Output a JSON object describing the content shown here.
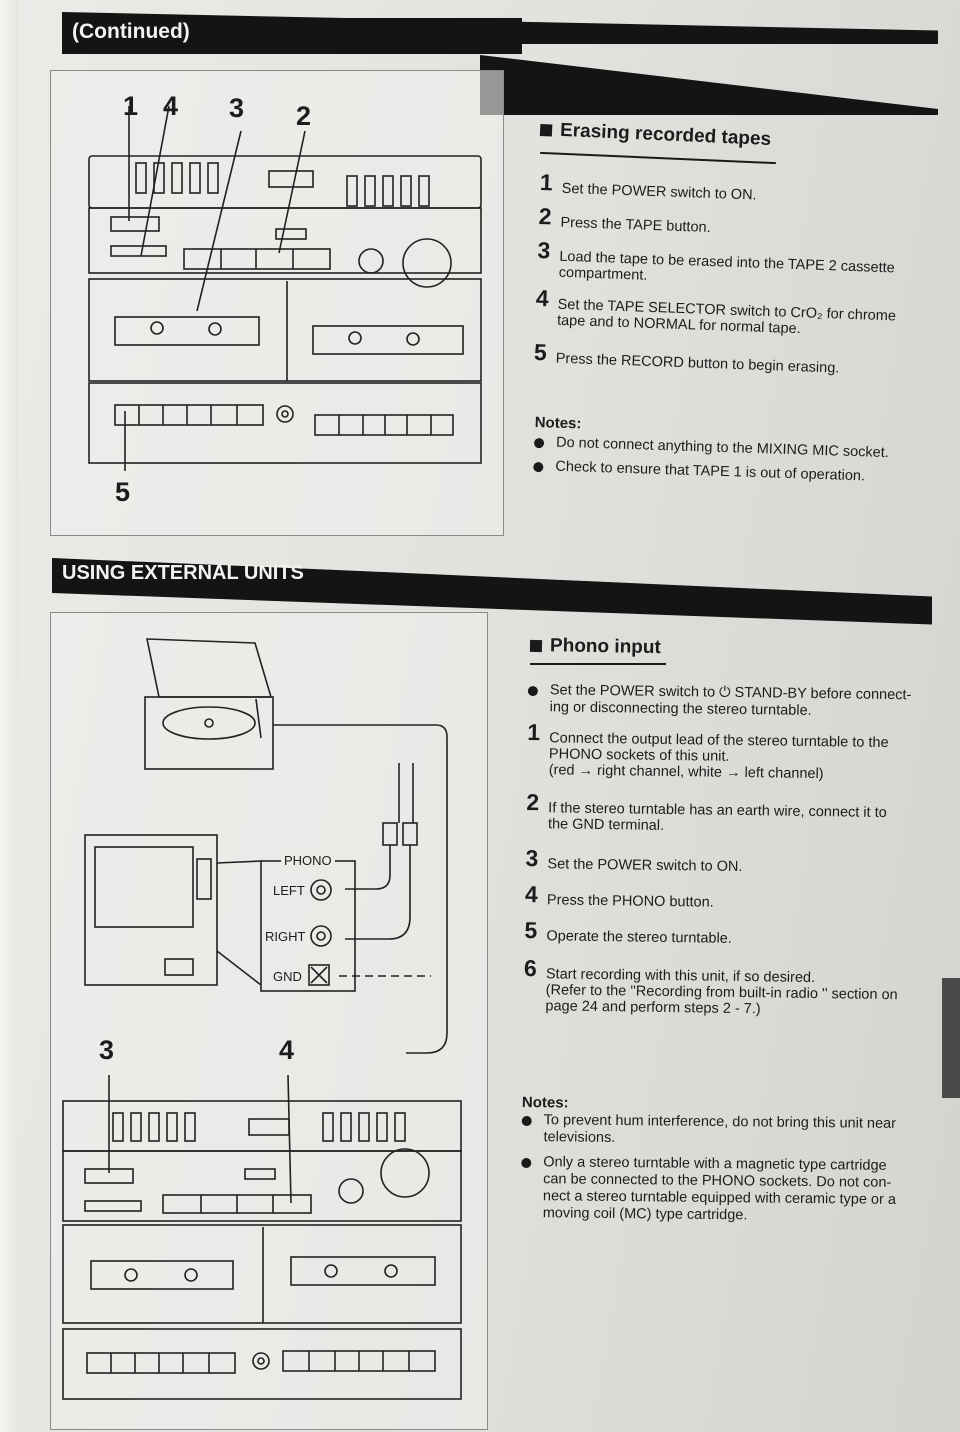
{
  "header_bar": {
    "label": "(Continued)"
  },
  "erasing": {
    "title": "Erasing recorded tapes",
    "steps": [
      {
        "num": "1",
        "text": "Set the POWER switch to ON."
      },
      {
        "num": "2",
        "text": "Press the TAPE button."
      },
      {
        "num": "3",
        "text": "Load the tape to be erased into the TAPE 2 cassette\ncompartment."
      },
      {
        "num": "4",
        "text": "Set the TAPE SELECTOR switch to CrO₂ for chrome\ntape and to NORMAL for normal tape."
      },
      {
        "num": "5",
        "text": "Press the RECORD button to begin erasing."
      }
    ],
    "notes_heading": "Notes:",
    "notes": [
      "Do not connect anything to the MIXING MIC socket.",
      "Check to ensure that TAPE 1 is out of operation."
    ],
    "figure_callouts": {
      "c1": "1",
      "c4": "4",
      "c3": "3",
      "c2": "2",
      "c5": "5"
    }
  },
  "section_bar": {
    "label": "USING EXTERNAL UNITS"
  },
  "phono": {
    "title": "Phono input",
    "intro": "Set the POWER switch to ⏻ STAND-BY before connect-\ning or disconnecting the stereo turntable.",
    "steps": [
      {
        "num": "1",
        "text": "Connect the output lead of the stereo turntable to the\nPHONO sockets of this unit.\n(red → right channel, white → left channel)"
      },
      {
        "num": "2",
        "text": "If the stereo turntable has an earth wire, connect it to\nthe GND terminal."
      },
      {
        "num": "3",
        "text": "Set the POWER switch to ON."
      },
      {
        "num": "4",
        "text": "Press the PHONO button."
      },
      {
        "num": "5",
        "text": "Operate the stereo turntable."
      },
      {
        "num": "6",
        "text": "Start recording with this unit, if so desired.\n(Refer to the ''Recording from built-in radio '' section on\npage 24 and perform steps 2 - 7.)"
      }
    ],
    "notes_heading": "Notes:",
    "notes": [
      "To prevent hum interference, do not bring this unit near\ntelevisions.",
      "Only a stereo turntable with a magnetic type cartridge\ncan be connected to the PHONO sockets. Do not con-\nnect a stereo turntable equipped with ceramic type or a\nmoving coil (MC) type cartridge."
    ],
    "diagram_labels": {
      "phono": "PHONO",
      "left": "LEFT",
      "right": "RIGHT",
      "gnd": "GND"
    },
    "figure_callouts": {
      "c3": "3",
      "c4": "4"
    }
  }
}
